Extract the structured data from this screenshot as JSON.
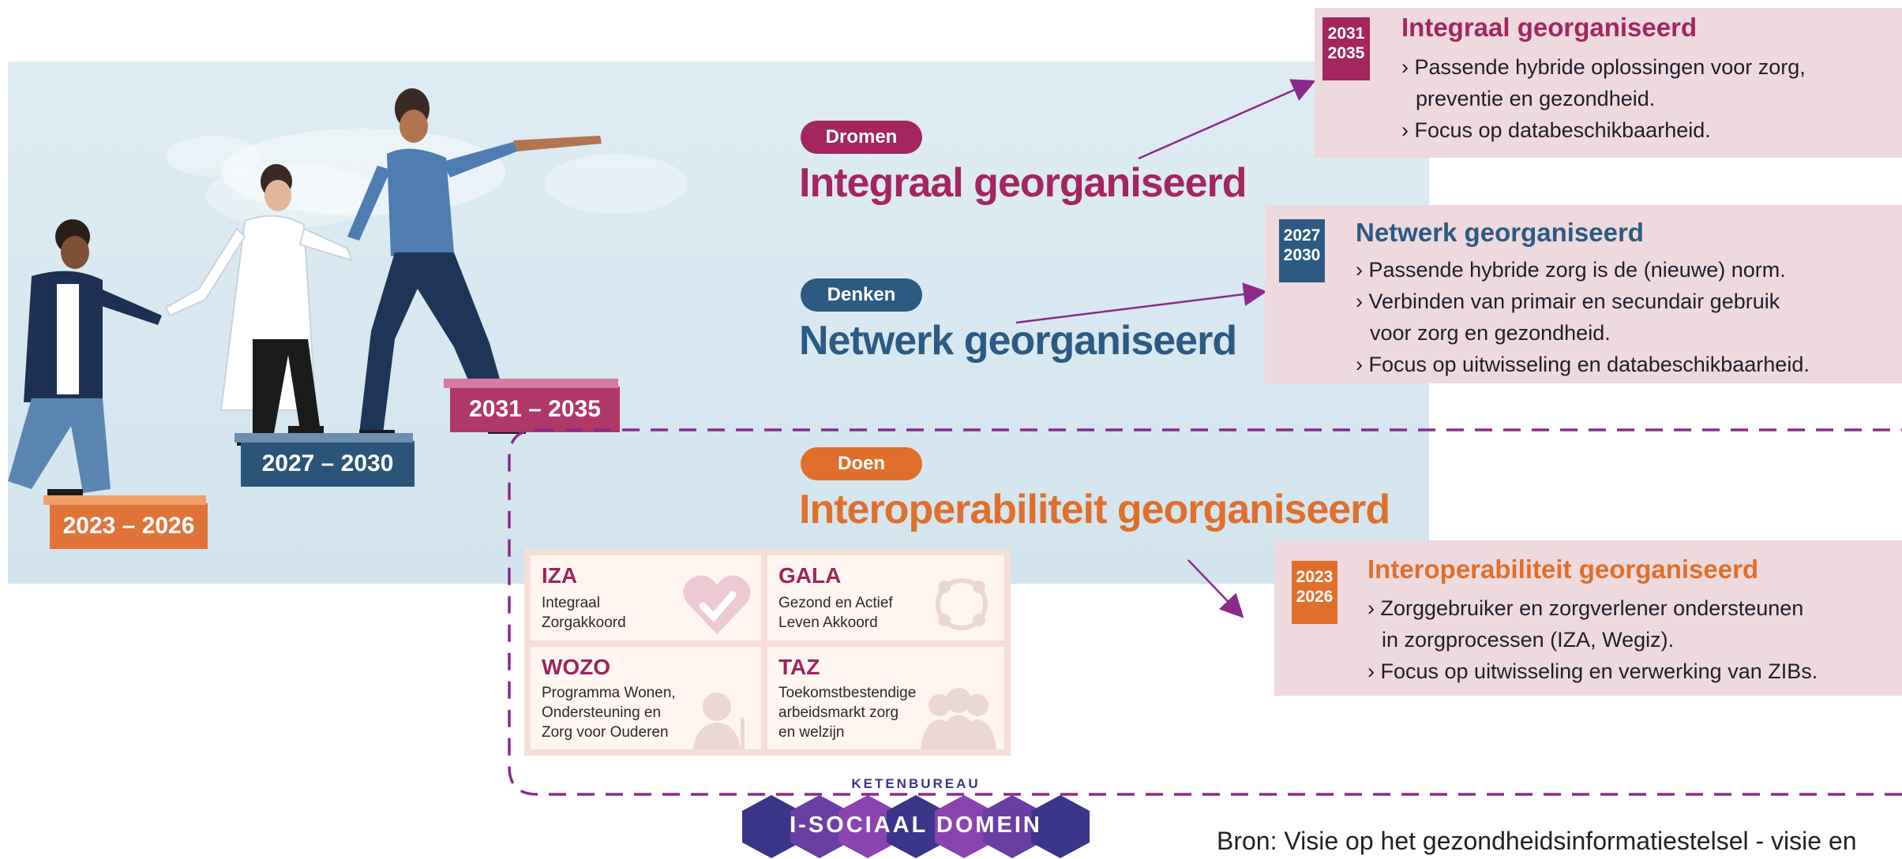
{
  "scene": {
    "steps": [
      {
        "label": "2023 – 2026",
        "color": "#e0733a"
      },
      {
        "label": "2027 – 2030",
        "color": "#2b5478"
      },
      {
        "label": "2031 – 2035",
        "color": "#b0396a"
      }
    ]
  },
  "phases": [
    {
      "pill": "Dromen",
      "title": "Integraal georganiseerd",
      "color": "#a3265e"
    },
    {
      "pill": "Denken",
      "title": "Netwerk georganiseerd",
      "color": "#2d5a82"
    },
    {
      "pill": "Doen",
      "title": "Interoperabiliteit georganiseerd",
      "color": "#e06f2c"
    }
  ],
  "cards": [
    {
      "year_from": "2031",
      "year_to": "2035",
      "title": "Integraal georganiseerd",
      "color": "#a3265e",
      "bullets": [
        [
          "› Passende hybride oplossingen voor zorg,",
          "preventie en gezondheid."
        ],
        [
          "› Focus op databeschikbaarheid."
        ]
      ]
    },
    {
      "year_from": "2027",
      "year_to": "2030",
      "title": "Netwerk georganiseerd",
      "color": "#2d5a82",
      "bullets": [
        [
          "› Passende hybride zorg is de (nieuwe) norm."
        ],
        [
          "› Verbinden van primair en secundair gebruik",
          "voor zorg en gezondheid."
        ],
        [
          "› Focus op uitwisseling en databeschikbaarheid."
        ]
      ]
    },
    {
      "year_from": "2023",
      "year_to": "2026",
      "title": "Interoperabiliteit georganiseerd",
      "color": "#e06f2c",
      "bullets": [
        [
          "› Zorggebruiker en zorgverlener ondersteunen",
          "in zorgprocessen (IZA, Wegiz)."
        ],
        [
          "› Focus op uitwisseling en verwerking van ZIBs."
        ]
      ]
    }
  ],
  "agreements": [
    {
      "code": "IZA",
      "desc": [
        "Integraal",
        "Zorgakkoord"
      ],
      "icon": "heart-check-icon"
    },
    {
      "code": "GALA",
      "desc": [
        "Gezond en Actief",
        "Leven Akkoord"
      ],
      "icon": "people-circle-icon"
    },
    {
      "code": "WOZO",
      "desc": [
        "Programma Wonen,",
        "Ondersteuning en",
        "Zorg voor Ouderen"
      ],
      "icon": "elderly-person-icon"
    },
    {
      "code": "TAZ",
      "desc": [
        "Toekomstbestendige",
        "arbeidsmarkt zorg",
        "en welzijn"
      ],
      "icon": "group-people-icon"
    }
  ],
  "logo": {
    "top": "KETENBUREAU",
    "main": "I-SOCIAAL DOMEIN"
  },
  "source": "Bron: Visie op het gezondheidsinformatiestelsel - visie en"
}
